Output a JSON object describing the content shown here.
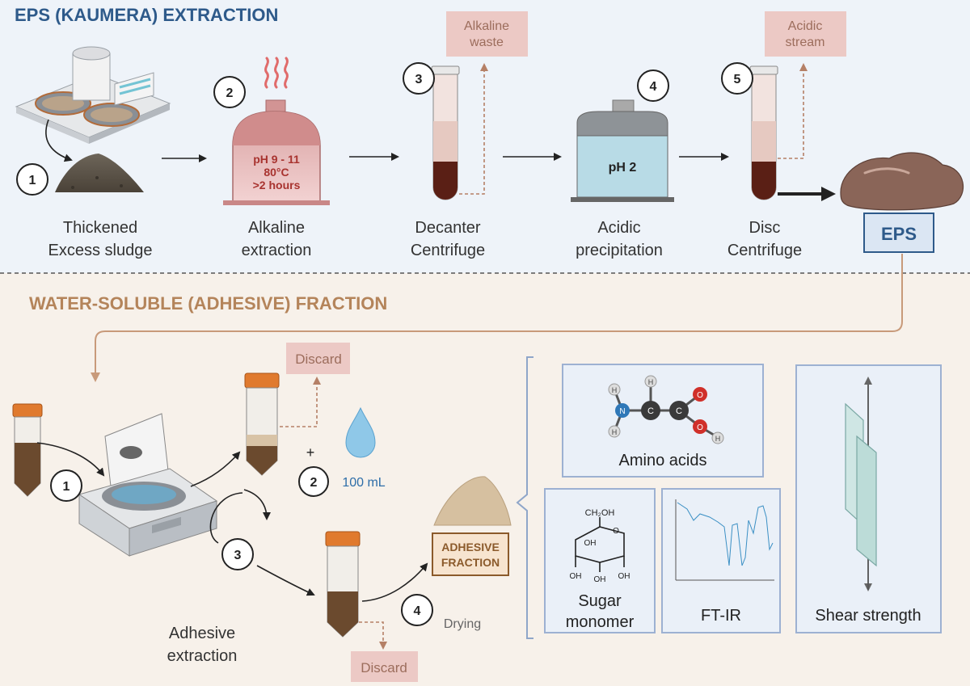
{
  "top": {
    "title": "EPS (KAUMERA) EXTRACTION",
    "steps": [
      {
        "num": "1",
        "line1": "Thickened",
        "line2": "Excess sludge"
      },
      {
        "num": "2",
        "line1": "Alkaline",
        "line2": "extraction"
      },
      {
        "num": "3",
        "line1": "Decanter",
        "line2": "Centrifuge"
      },
      {
        "num": "4",
        "line1": "Acidic",
        "line2": "precipitation"
      },
      {
        "num": "5",
        "line1": "Disc",
        "line2": "Centrifuge"
      }
    ],
    "reactor_lines": [
      "pH 9 - 11",
      "80°C",
      ">2 hours"
    ],
    "precip_label": "pH 2",
    "alkaline_waste": [
      "Alkaline",
      "waste"
    ],
    "acidic_stream": [
      "Acidic",
      "stream"
    ],
    "eps_label": "EPS"
  },
  "bottom": {
    "title": "WATER-SOLUBLE (ADHESIVE) FRACTION",
    "steps": [
      "1",
      "2",
      "3",
      "4"
    ],
    "discard_label": "Discard",
    "plus": "+",
    "water_volume": "100 mL",
    "drying_label": "Drying",
    "adhesive_box": [
      "ADHESIVE",
      "FRACTION"
    ],
    "extraction_label": [
      "Adhesive",
      "extraction"
    ],
    "analyses": {
      "amino": "Amino acids",
      "sugar": [
        "Sugar",
        "monomer"
      ],
      "ftir": "FT-IR",
      "shear": "Shear strength"
    },
    "atoms": {
      "H": "H",
      "N": "N",
      "C": "C",
      "O": "O"
    },
    "sugar_groups": {
      "ch2oh": "CH₂OH",
      "oh": "OH",
      "o": "O"
    }
  },
  "colors": {
    "top_bg": "#eef3f9",
    "bottom_bg": "#f7f1ea",
    "top_title": "#2e5a8a",
    "bottom_title": "#b4845a",
    "label_box": "#ecc9c5",
    "label_text": "#9c6d5c",
    "panel_border": "#9db1d2",
    "panel_fill": "#eaf0f8",
    "adhesive": "#8b5a2b"
  }
}
